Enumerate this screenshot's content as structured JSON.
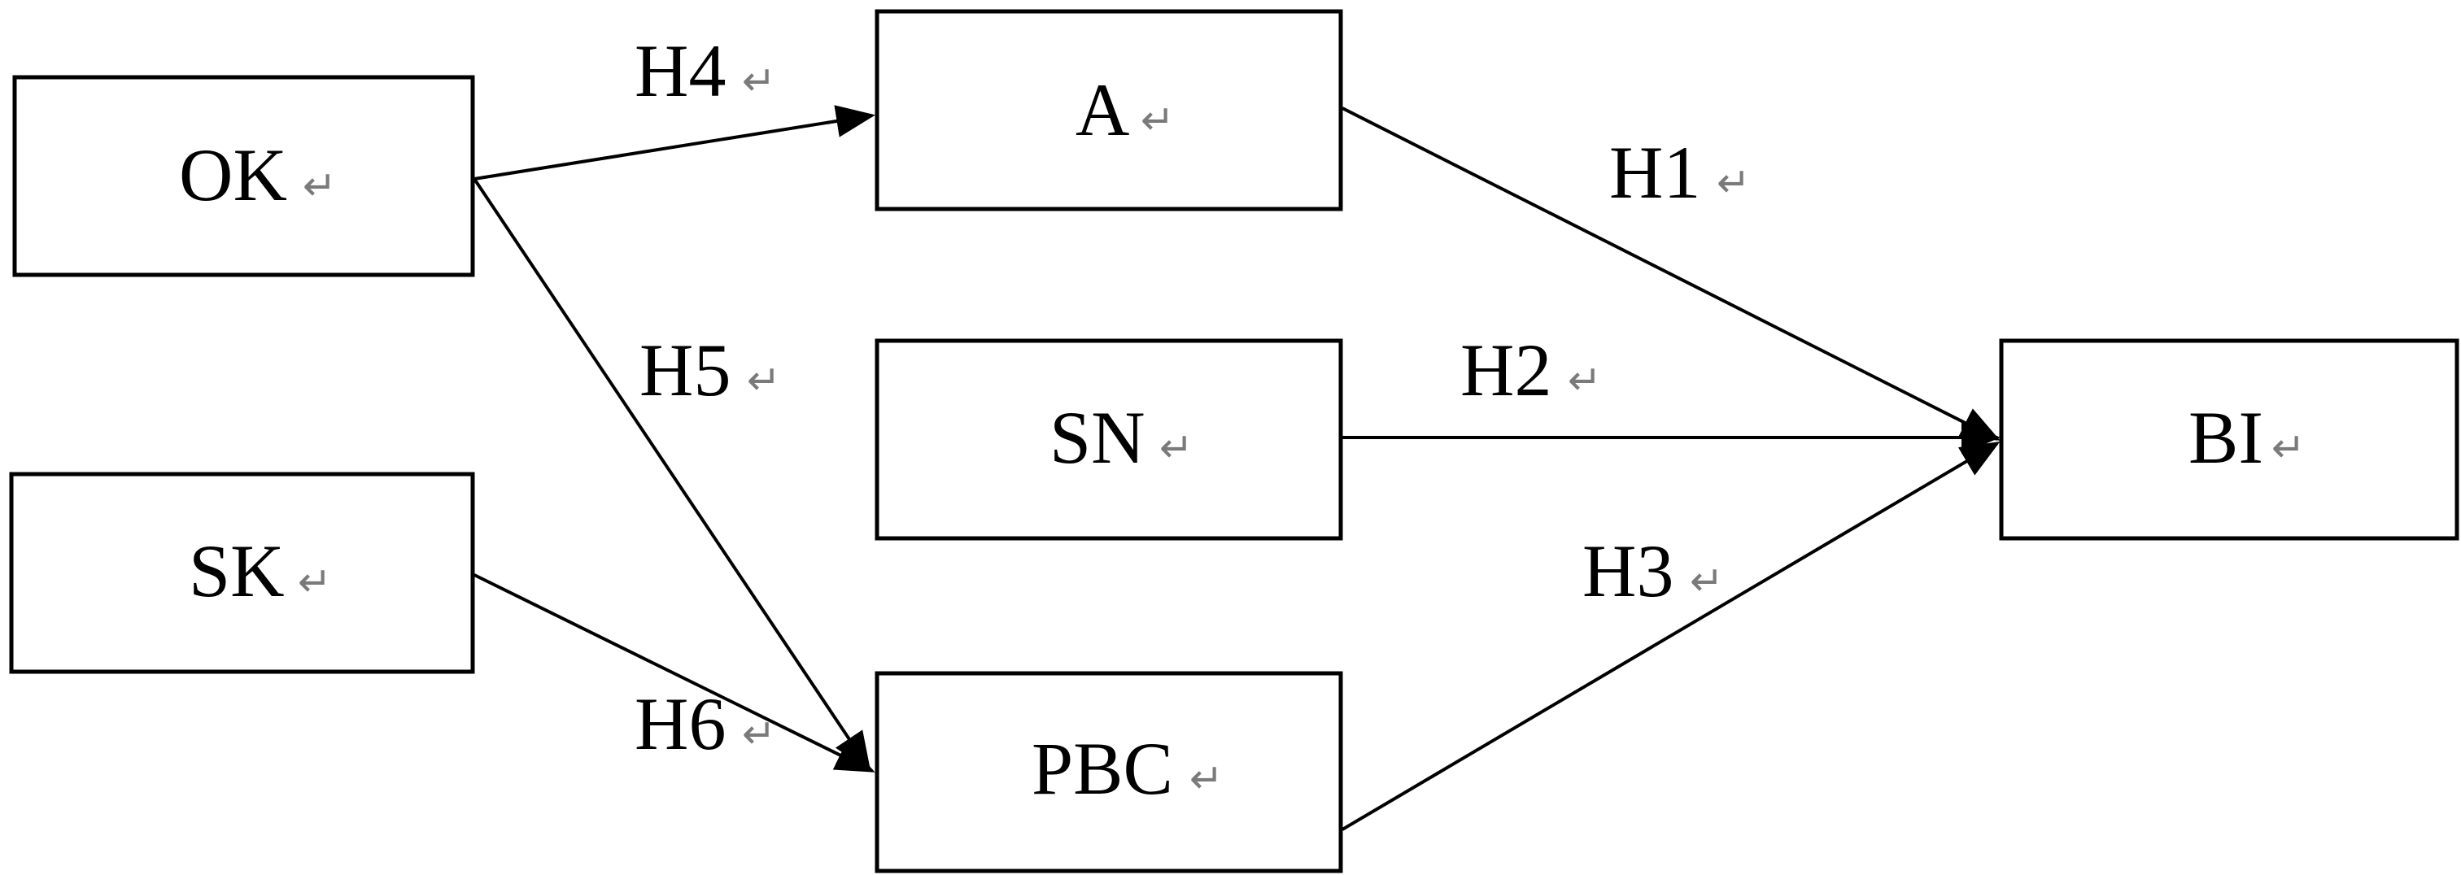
{
  "diagram": {
    "colors": {
      "stroke": "#000000",
      "fill": "#ffffff",
      "text": "#000000",
      "paragraph_mark": "#7a7a7a"
    },
    "paragraph_mark": "↵",
    "nodes": {
      "ok": {
        "label": "OK"
      },
      "sk": {
        "label": "SK"
      },
      "a": {
        "label": "A"
      },
      "sn": {
        "label": "SN"
      },
      "pbc": {
        "label": "PBC"
      },
      "bi": {
        "label": "BI"
      }
    },
    "edges": {
      "h1": {
        "label": "H1",
        "from": "A",
        "to": "BI"
      },
      "h2": {
        "label": "H2",
        "from": "SN",
        "to": "BI"
      },
      "h3": {
        "label": "H3",
        "from": "PBC",
        "to": "BI"
      },
      "h4": {
        "label": "H4",
        "from": "OK",
        "to": "A"
      },
      "h5": {
        "label": "H5",
        "from": "OK",
        "to": "PBC"
      },
      "h6": {
        "label": "H6",
        "from": "SK",
        "to": "PBC"
      }
    }
  }
}
